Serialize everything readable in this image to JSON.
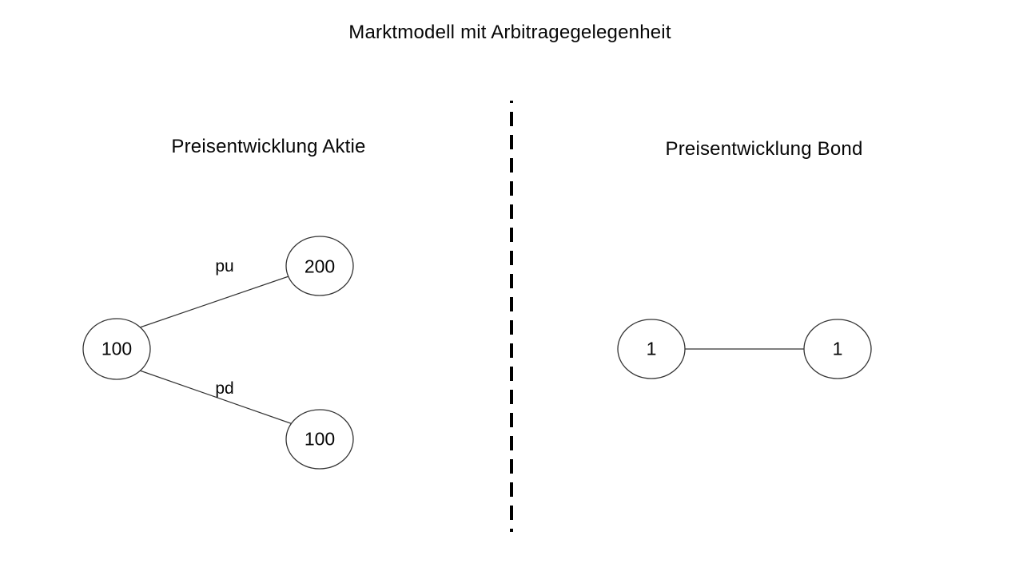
{
  "title": "Marktmodell mit Arbitragegelegenheit",
  "stock_section": {
    "heading": "Preisentwicklung Aktie",
    "nodes": [
      {
        "id": "root",
        "label": "100"
      },
      {
        "id": "up",
        "label": "200"
      },
      {
        "id": "down",
        "label": "100"
      }
    ],
    "edges": [
      {
        "id": "up",
        "label": "pu"
      },
      {
        "id": "down",
        "label": "pd"
      }
    ]
  },
  "bond_section": {
    "heading": "Preisentwicklung Bond",
    "nodes": [
      {
        "id": "start",
        "label": "1"
      },
      {
        "id": "end",
        "label": "1"
      }
    ]
  },
  "colors": {
    "background": "#ffffff",
    "shape_outline": "#333333",
    "divider": "#000000",
    "text": "#060606"
  }
}
